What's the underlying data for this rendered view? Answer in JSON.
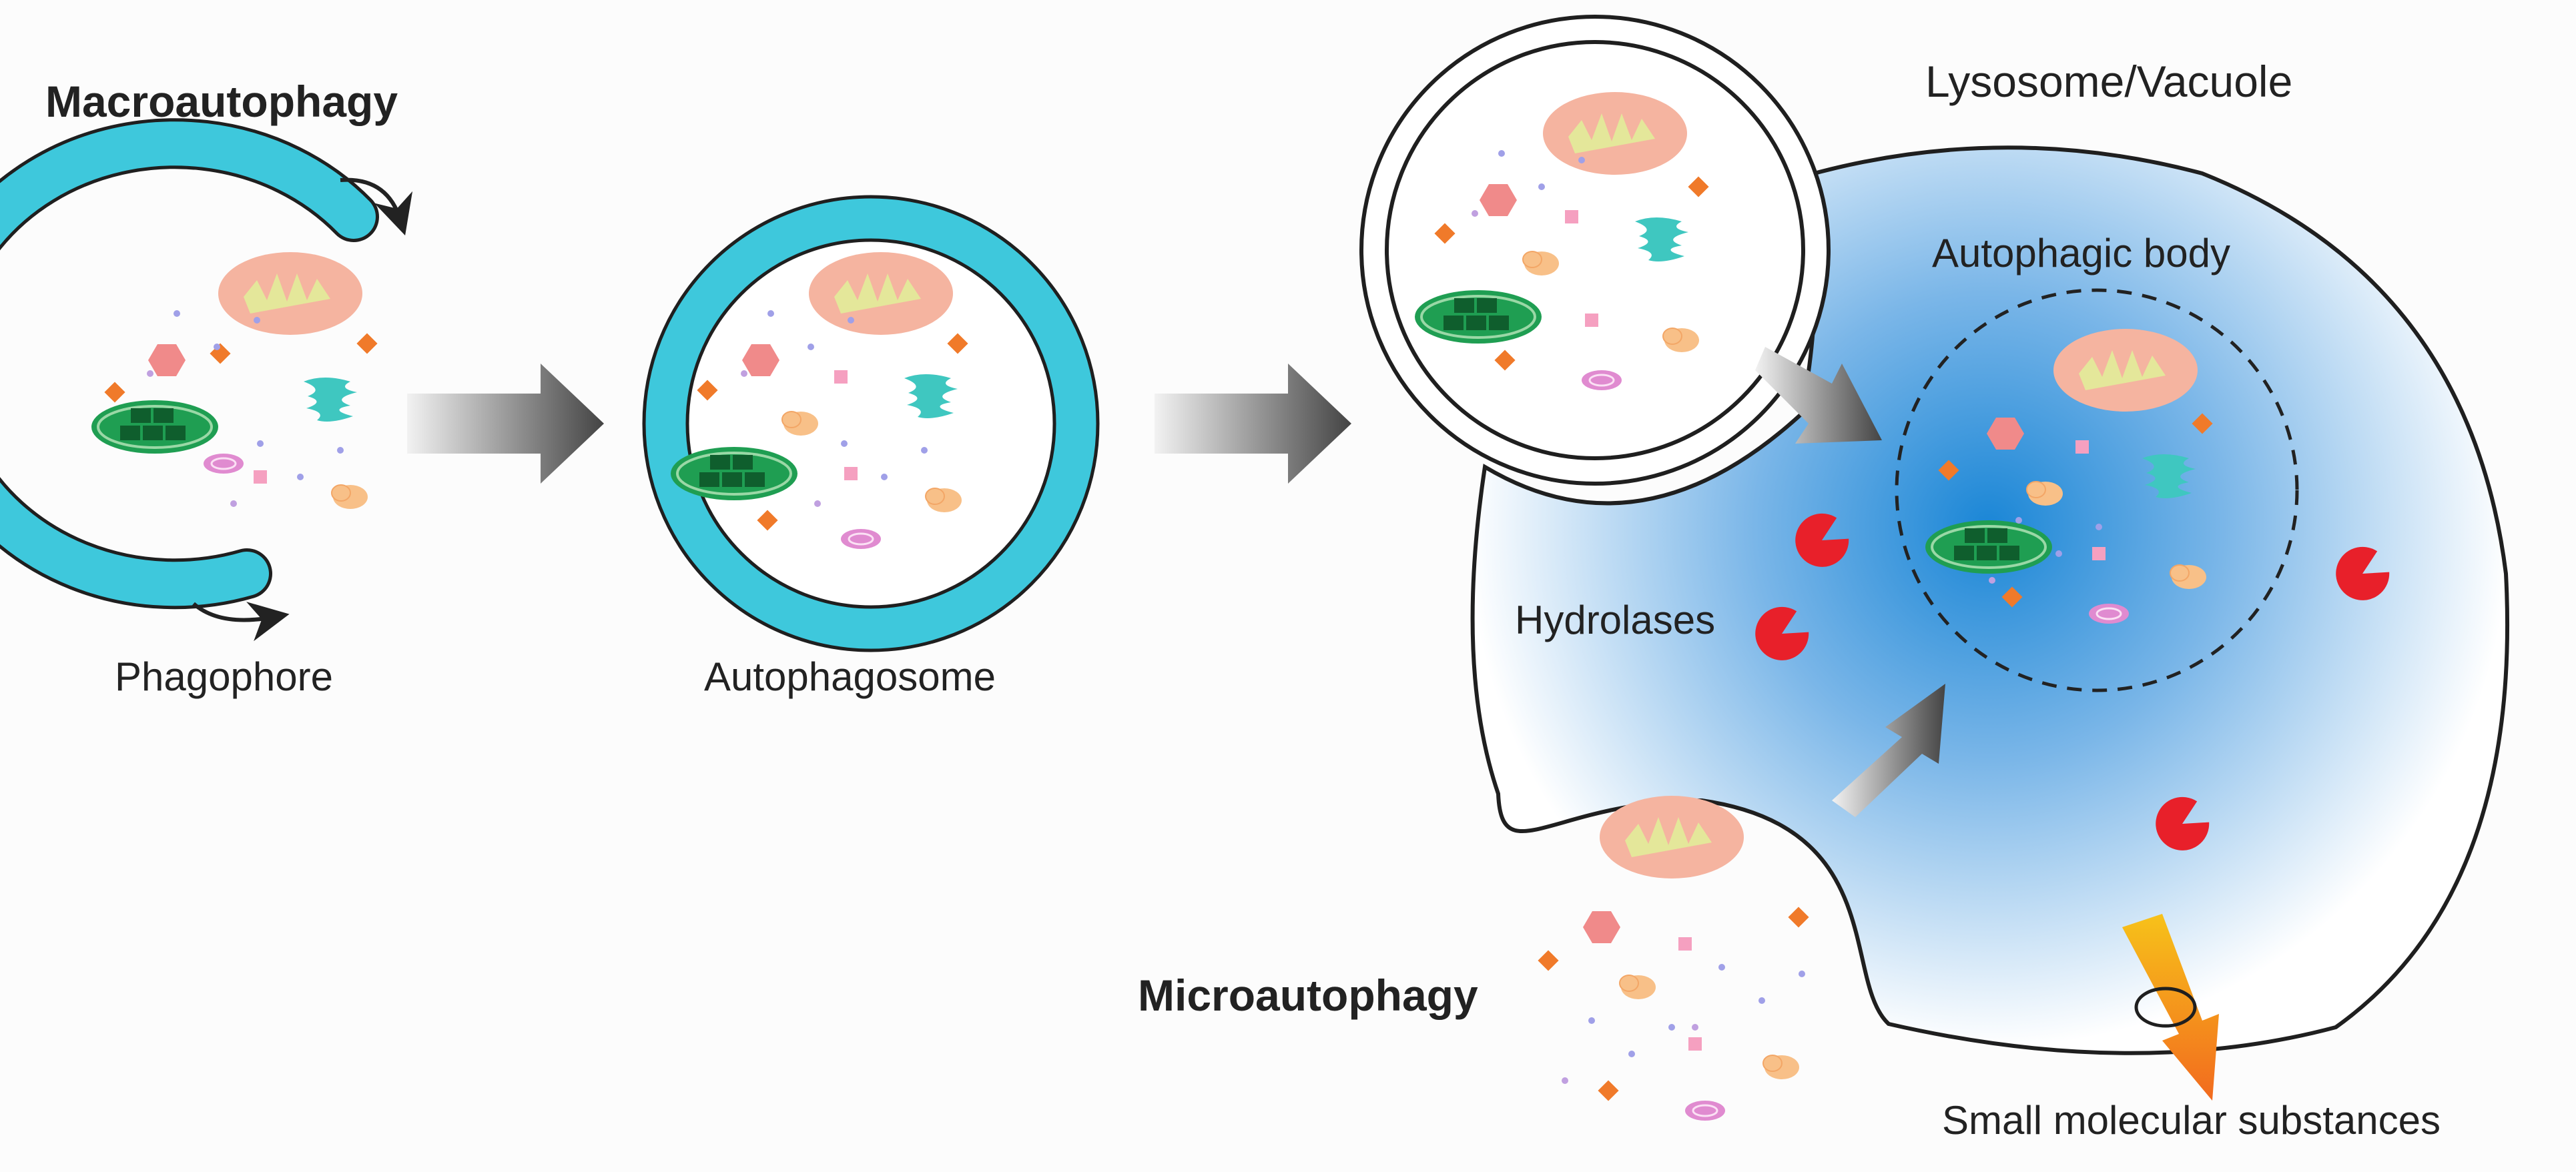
{
  "labels": {
    "macroautophagy": "Macroautophagy",
    "phagophore": "Phagophore",
    "autophagosome": "Autophagosome",
    "lysosome": "Lysosome/Vacuole",
    "autophagic_body": "Autophagic body",
    "hydrolases": "Hydrolases",
    "microautophagy": "Microautophagy",
    "small_molecules": "Small molecular substances"
  },
  "colors": {
    "membrane": "#3ec8dc",
    "mitochondrion": "#f5b4a0",
    "mito_cristae": "#e4e79a",
    "chloroplast": "#1f9e52",
    "chloroplast_grana": "#126b35",
    "hexagon": "#f08a8a",
    "diamond": "#f07a2a",
    "pink_square": "#f5a0c0",
    "er_teal": "#3fc7c0",
    "vesicle_peach": "#f8c088",
    "hydrolase": "#e8202a",
    "vacuole_core": "#1a86d6",
    "arrow_gray": "#4a4a4a",
    "arrow_orange": "#f59a1a"
  },
  "icons": [
    "mitochondrion-icon",
    "chloroplast-icon",
    "hexagon-icon",
    "er-icon",
    "vesicle-icon",
    "diamond-icon",
    "pink-square-icon",
    "hydrolase-icon"
  ]
}
